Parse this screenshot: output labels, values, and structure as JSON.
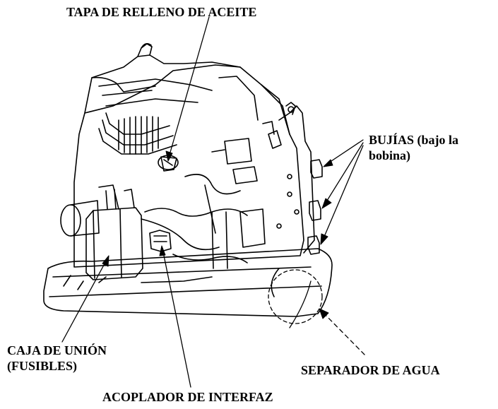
{
  "labels": {
    "oil_filler_cap": "TAPA DE RELLENO DE ACEITE",
    "spark_plugs_line1": "BUJÍAS (bajo la",
    "spark_plugs_line2": "bobina)",
    "junction_box_line1": "CAJA DE UNIÓN",
    "junction_box_line2": "(FUSIBLES)",
    "water_separator": "SEPARADOR DE AGUA",
    "interface_coupler": "ACOPLADOR DE INTERFAZ"
  },
  "illustration": {
    "subject": "outboard-engine-with-cover-removed",
    "line_color": "#000000",
    "background_color": "#ffffff"
  }
}
